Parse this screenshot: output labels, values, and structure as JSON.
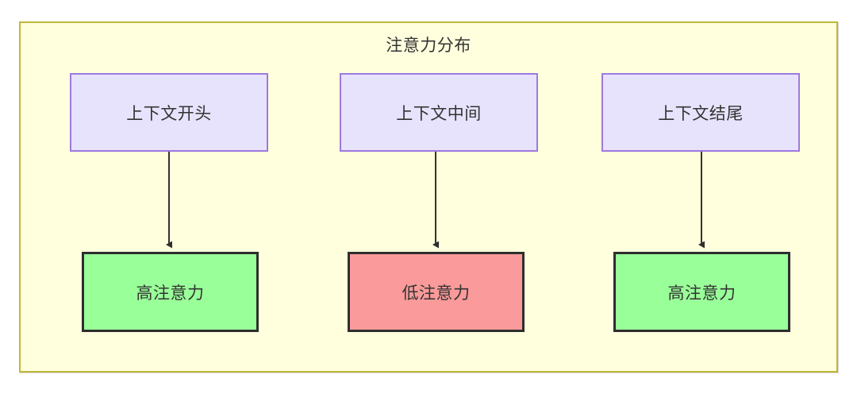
{
  "diagram": {
    "title": "注意力分布",
    "container": {
      "name": "attention-distribution-subgraph",
      "fill": "#ffffde",
      "stroke": "#bfb83b"
    },
    "colors": {
      "context_fill": "#e8e3fc",
      "context_stroke": "#9d79e0",
      "high_attention_fill": "#99ff99",
      "low_attention_fill": "#fa9a9a",
      "attention_stroke": "#2e2e2e",
      "text": "#333333",
      "edge": "#333333"
    },
    "context_nodes": [
      {
        "id": "ctx-start",
        "label": "上下文开头"
      },
      {
        "id": "ctx-middle",
        "label": "上下文中间"
      },
      {
        "id": "ctx-end",
        "label": "上下文结尾"
      }
    ],
    "attention_nodes": [
      {
        "id": "attn-start",
        "label": "高注意力",
        "level": "high"
      },
      {
        "id": "attn-middle",
        "label": "低注意力",
        "level": "low"
      },
      {
        "id": "attn-end",
        "label": "高注意力",
        "level": "high"
      }
    ],
    "edges": [
      {
        "from": "上下文开头",
        "to": "高注意力"
      },
      {
        "from": "上下文中间",
        "to": "低注意力"
      },
      {
        "from": "上下文结尾",
        "to": "高注意力"
      }
    ]
  }
}
